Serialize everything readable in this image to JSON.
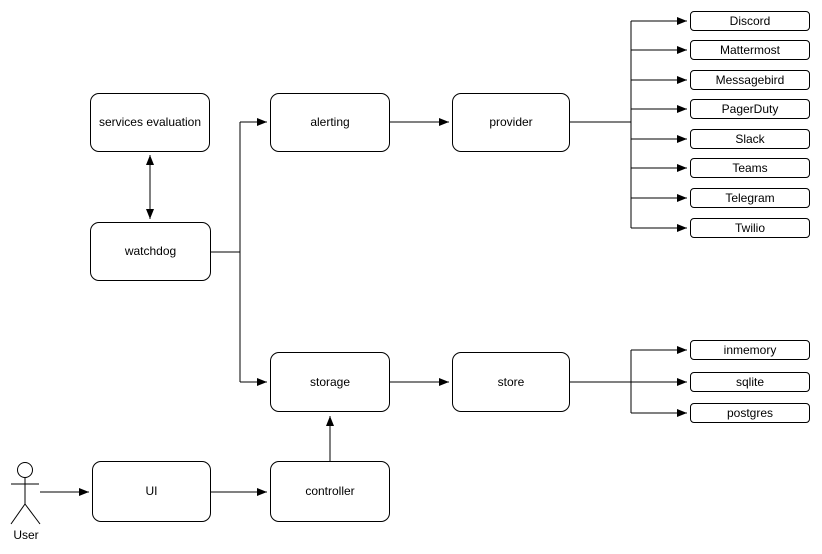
{
  "diagram": {
    "background": "#ffffff",
    "line_color": "#000000",
    "node_fill": "#ffffff",
    "node_border": "#000000"
  },
  "nodes": {
    "services_evaluation": "services evaluation",
    "watchdog": "watchdog",
    "alerting": "alerting",
    "provider": "provider",
    "storage": "storage",
    "store": "store",
    "ui": "UI",
    "controller": "controller"
  },
  "providers": [
    "Discord",
    "Mattermost",
    "Messagebird",
    "PagerDuty",
    "Slack",
    "Teams",
    "Telegram",
    "Twilio"
  ],
  "stores": [
    "inmemory",
    "sqlite",
    "postgres"
  ],
  "actor": {
    "label": "User"
  },
  "edges": [
    {
      "from": "services evaluation",
      "to": "watchdog",
      "style": "double-arrow"
    },
    {
      "from": "watchdog",
      "to": "alerting"
    },
    {
      "from": "watchdog",
      "to": "storage"
    },
    {
      "from": "alerting",
      "to": "provider"
    },
    {
      "from": "provider",
      "to": "Discord"
    },
    {
      "from": "provider",
      "to": "Mattermost"
    },
    {
      "from": "provider",
      "to": "Messagebird"
    },
    {
      "from": "provider",
      "to": "PagerDuty"
    },
    {
      "from": "provider",
      "to": "Slack"
    },
    {
      "from": "provider",
      "to": "Teams"
    },
    {
      "from": "provider",
      "to": "Telegram"
    },
    {
      "from": "provider",
      "to": "Twilio"
    },
    {
      "from": "storage",
      "to": "store"
    },
    {
      "from": "store",
      "to": "inmemory"
    },
    {
      "from": "store",
      "to": "sqlite"
    },
    {
      "from": "store",
      "to": "postgres"
    },
    {
      "from": "controller",
      "to": "storage"
    },
    {
      "from": "UI",
      "to": "controller"
    },
    {
      "from": "User",
      "to": "UI"
    }
  ]
}
